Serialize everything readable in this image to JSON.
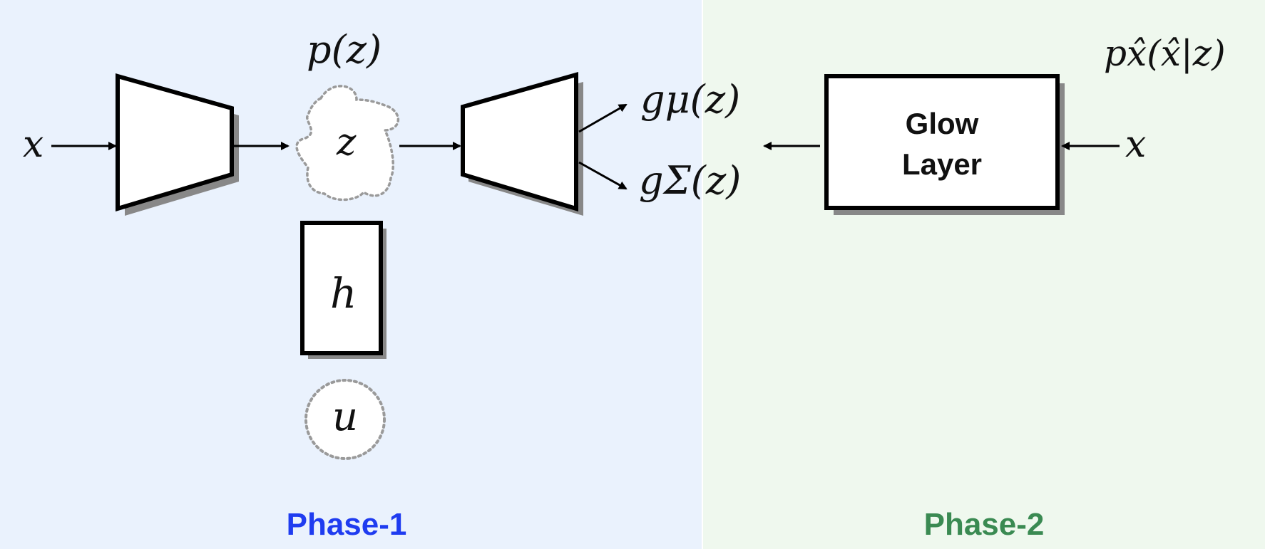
{
  "phases": [
    {
      "label": "Phase-1",
      "color": "#1f3cf0",
      "bg": "#eaf2fd"
    },
    {
      "label": "Phase-2",
      "color": "#3a8a52",
      "bg": "#eff8ee"
    }
  ],
  "labels": {
    "input_left": "x",
    "prior": "p(z)",
    "latent": "z",
    "h": "h",
    "u": "u",
    "g_mu": "gμ(z)",
    "g_sigma": "gΣ(z)",
    "glow_line1": "Glow",
    "glow_line2": "Layer",
    "input_right": "x",
    "likelihood": "px̂(x̂|z)"
  },
  "colors": {
    "stroke": "#000000",
    "shadow": "#888888",
    "dotted": "#999999",
    "box_fill": "#ffffff"
  }
}
